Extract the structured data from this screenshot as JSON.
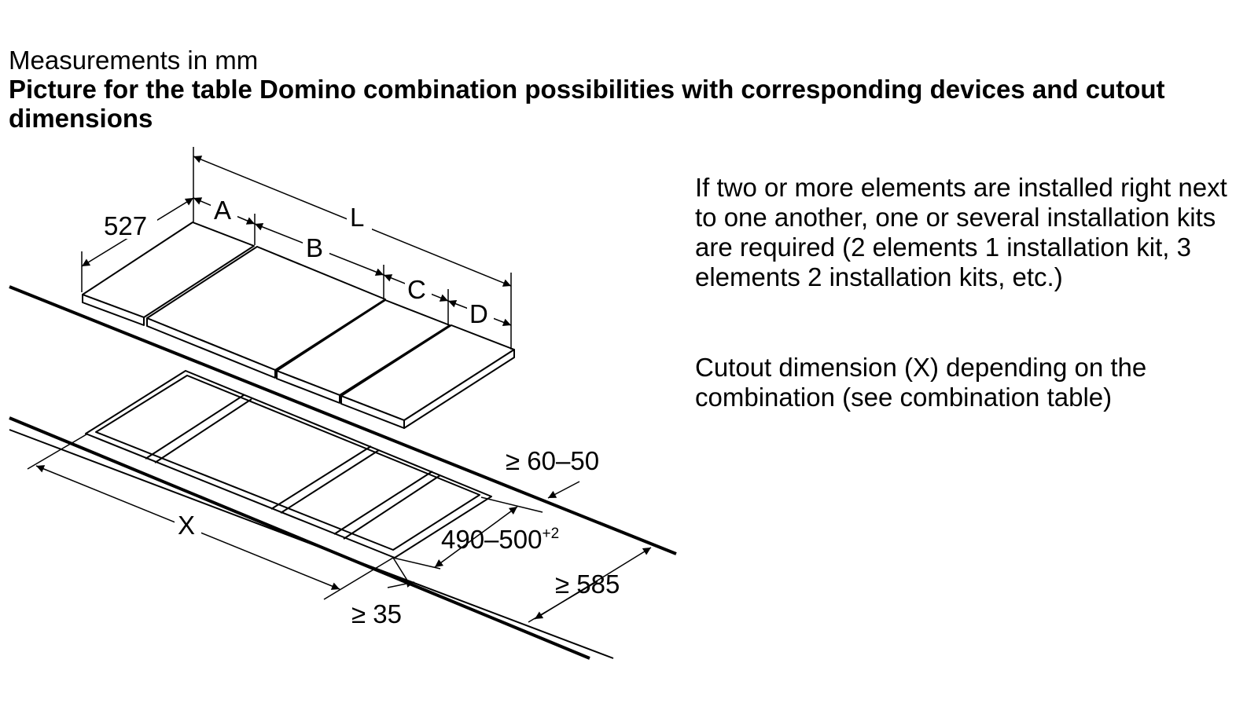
{
  "header": {
    "subtitle": "Measurements in mm",
    "title": "Picture for the table Domino combination possibilities with corresponding devices and cutout dimensions"
  },
  "notes": [
    "If two or more elements are installed right next to one another, one or several installation kits are required (2 elements 1 installation kit, 3 elements 2 installation kits, etc.)",
    "Cutout dimension (X) depending on the combination (see combination table)"
  ],
  "labels": {
    "depth": "527",
    "a": "A",
    "b": "B",
    "c": "C",
    "d": "D",
    "l": "L",
    "x": "X",
    "front_gap": "≥ 60–50",
    "cutout_depth": "490–500",
    "cutout_depth_tolerance": "+2",
    "worktop_depth": "≥ 585",
    "rear_gap": "≥ 35"
  }
}
